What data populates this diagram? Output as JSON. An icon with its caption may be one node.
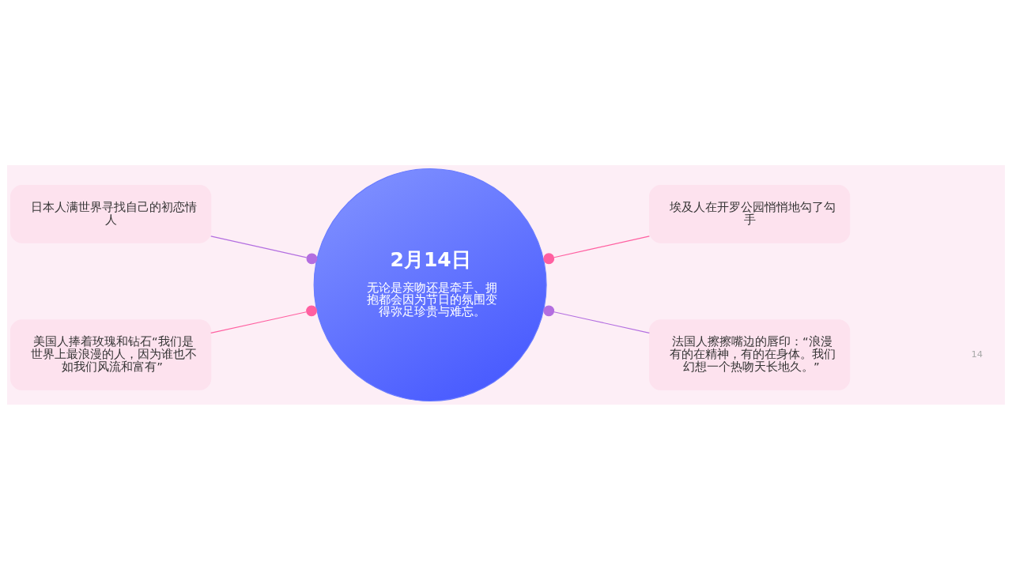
{
  "diagram": {
    "nodes": [
      {
        "text": [
          "日本人满世界寻找自己的初恋情人"
        ]
      },
      {
        "text": [
          "2月14日",
          "无论是亲吻还是牵手、拥抱都会因为节日的氛围变得弥足珍贵与难忘。"
        ]
      },
      {
        "text": [
          "埃及人在开罗公园悄悄地勾了勾手"
        ]
      },
      {
        "text": [
          "美国人捧着玫瑰和钻石“我们是世界上最浪漫的人，因为谁也不如我们风流和富有”"
        ]
      },
      {
        "text": [
          "法国人擦擦嘴边的唇印：“浪漫有的在精神，有的在身体。我们幻想一个热吻天长地久。”"
        ]
      }
    ],
    "edges": [
      {
        "from": 0,
        "to": 1,
        "arrow": "other",
        "color": "#b36ee0"
      },
      {
        "from": 2,
        "to": 1,
        "arrow": "other",
        "color": "#ff5fa0"
      },
      {
        "from": 3,
        "to": 1,
        "arrow": "other",
        "color": "#ff5fa0"
      },
      {
        "from": 4,
        "to": 1,
        "arrow": "other",
        "color": "#b36ee0"
      }
    ],
    "labels": [
      "14"
    ]
  }
}
